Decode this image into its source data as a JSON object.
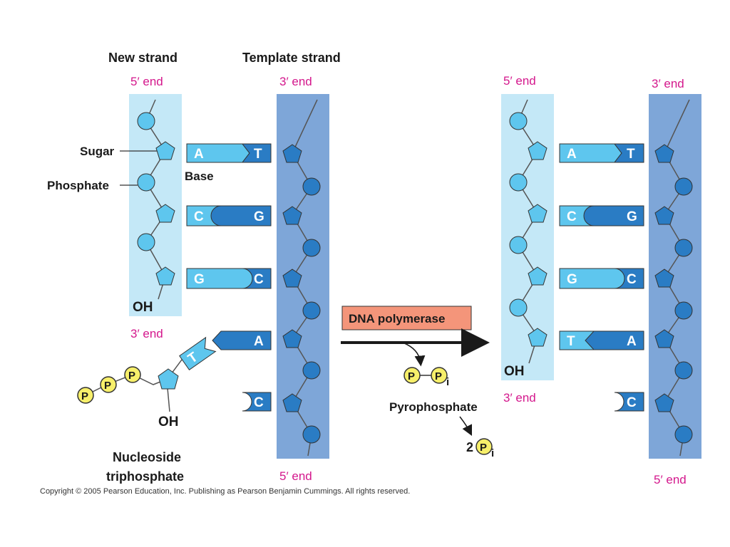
{
  "labels": {
    "new_strand": "New strand",
    "template_strand": "Template strand",
    "sugar": "Sugar",
    "phosphate": "Phosphate",
    "base": "Base",
    "nucleoside_triphosphate_line1": "Nucleoside",
    "nucleoside_triphosphate_line2": "triphosphate",
    "dna_polymerase": "DNA polymerase",
    "pyrophosphate": "Pyrophosphate",
    "oh": "OH",
    "p": "P",
    "pi_sub": "i",
    "two": "2"
  },
  "ends": {
    "left_new_top": "5′  end",
    "left_template_top": "3′  end",
    "left_new_bottom": "3′  end",
    "left_template_bottom": "5′  end",
    "right_new_top": "5′  end",
    "right_template_top": "3′  end",
    "right_new_bottom": "3′  end",
    "right_template_bottom": "5′  end"
  },
  "pairs_before": [
    {
      "new": "A",
      "template": "T"
    },
    {
      "new": "C",
      "template": "G"
    },
    {
      "new": "G",
      "template": "C"
    }
  ],
  "unpaired_before": [
    "A",
    "C"
  ],
  "incoming_base": "T",
  "pairs_after": [
    {
      "new": "A",
      "template": "T"
    },
    {
      "new": "C",
      "template": "G"
    },
    {
      "new": "G",
      "template": "C"
    },
    {
      "new": "T",
      "template": "A"
    }
  ],
  "unpaired_after": [
    "C"
  ],
  "copyright": "Copyright © 2005 Pearson Education, Inc. Publishing as Pearson Benjamin Cummings. All rights reserved.",
  "colors": {
    "new_strand_bg": "#c4e8f7",
    "template_strand_bg": "#7ea6d8",
    "light_nucleotide": "#5ec6ee",
    "dark_nucleotide": "#2a7cc4",
    "phosphate_yellow": "#f7ef6a",
    "polymerase_box": "#f4957a",
    "end_label": "#d4178c"
  }
}
